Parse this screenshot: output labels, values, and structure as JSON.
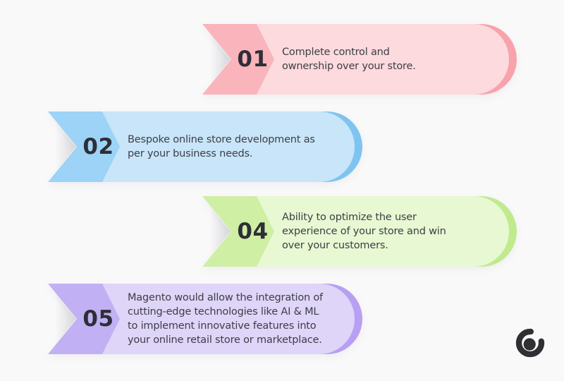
{
  "canvas": {
    "background": "#f9f9fa",
    "text_color": "#3e3e46",
    "number_color": "#2e2e36"
  },
  "items": [
    {
      "number": "01",
      "text": "Complete control and\nownership over your store.",
      "align": "right",
      "colors": {
        "chevron": "#fab4bb",
        "body": "#fcdadd",
        "backing": "#f8a2ab"
      }
    },
    {
      "number": "02",
      "text": "Bespoke online store development as\nper your business needs.",
      "align": "left",
      "colors": {
        "chevron": "#9cd3f7",
        "body": "#c8e5f9",
        "backing": "#7fc4f1"
      }
    },
    {
      "number": "04",
      "text": "Ability to optimize the user\nexperience of your store and win\nover your customers.",
      "align": "right",
      "colors": {
        "chevron": "#cfefa4",
        "body": "#e8f8d2",
        "backing": "#c0ea8e"
      }
    },
    {
      "number": "05",
      "text": "Magento would allow the integration of\ncutting-edge technologies like AI & ML\nto implement innovative features into\nyour online retail store or marketplace.",
      "align": "left",
      "colors": {
        "chevron": "#c2b0f4",
        "body": "#ded5f8",
        "backing": "#b7a0f2"
      }
    }
  ],
  "logo": {
    "name": "brand-mark",
    "color": "#2f2f34"
  }
}
